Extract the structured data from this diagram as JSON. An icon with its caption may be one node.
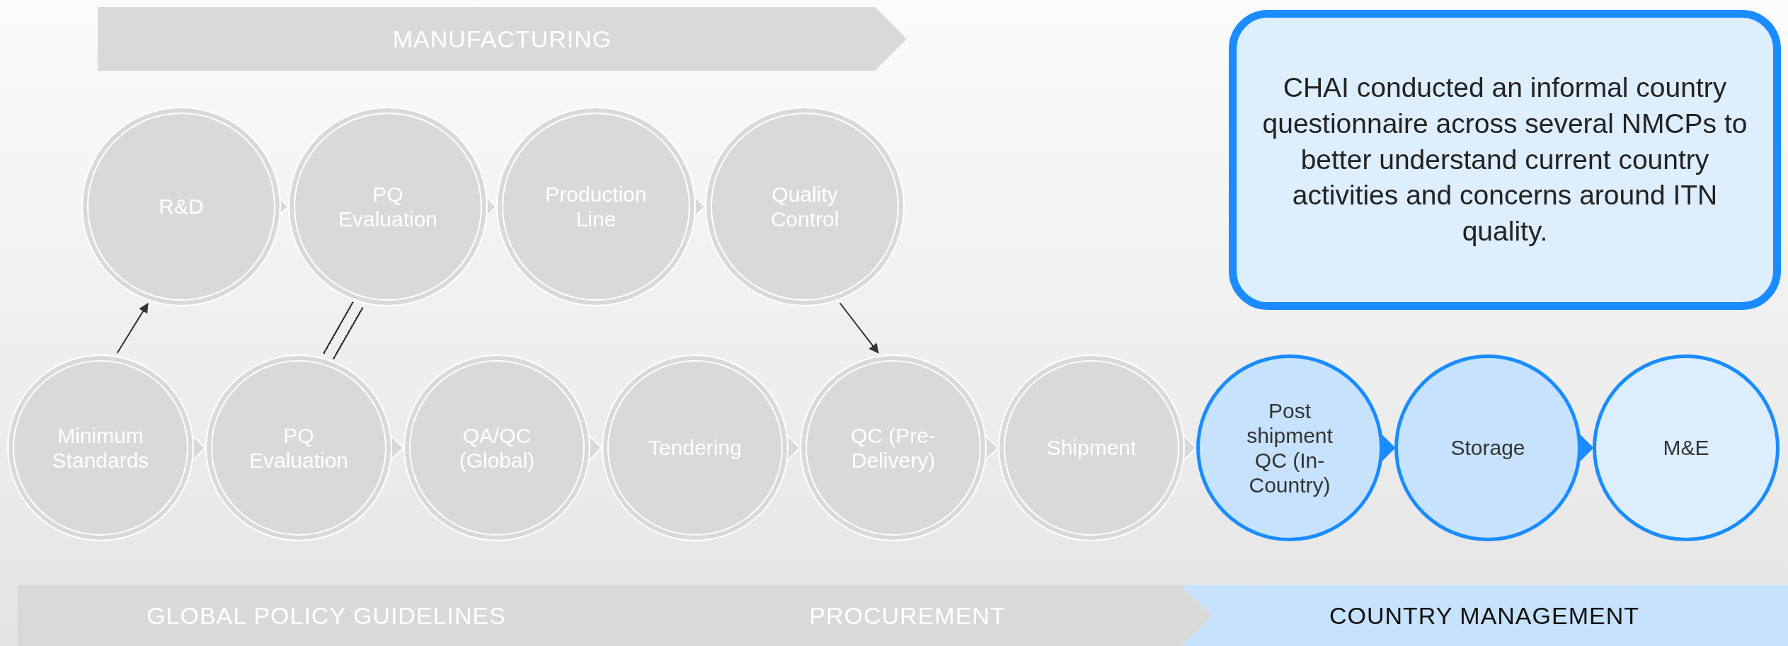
{
  "diagram": {
    "nodes": [
      {
        "text": [
          "MANUFACTURING"
        ]
      },
      {
        "text": [
          "CHAI conducted an informal country questionnaire across several NMCPs to better understand current country activities and concerns around ITN quality."
        ]
      },
      {
        "text": [
          "R&D"
        ]
      },
      {
        "text": [
          "PQ Evaluation"
        ]
      },
      {
        "text": [
          "Production Line"
        ]
      },
      {
        "text": [
          "Quality Control"
        ]
      },
      {
        "text": [
          "Minimum Standards"
        ]
      },
      {
        "text": [
          "PQ Evaluation"
        ]
      },
      {
        "text": [
          "QA/QC (Global)"
        ]
      },
      {
        "text": [
          "Tendering"
        ]
      },
      {
        "text": [
          "QC (Pre-Delivery)"
        ]
      },
      {
        "text": [
          "Shipment"
        ]
      },
      {
        "text": [
          "Post shipment QC (In-Country)"
        ]
      },
      {
        "text": [
          "Storage"
        ]
      },
      {
        "text": [
          "M&E"
        ]
      },
      {
        "text": [
          "GLOBAL POLICY GUIDELINES"
        ]
      },
      {
        "text": [
          "PROCUREMENT"
        ]
      },
      {
        "text": [
          "COUNTRY MANAGEMENT"
        ]
      }
    ],
    "edges": [
      {
        "from": 2,
        "to": 3,
        "arrow": "to"
      },
      {
        "from": 3,
        "to": 4,
        "arrow": "to"
      },
      {
        "from": 4,
        "to": 5,
        "arrow": "to"
      },
      {
        "from": 6,
        "to": 7,
        "arrow": "to"
      },
      {
        "from": 7,
        "to": 8,
        "arrow": "to"
      },
      {
        "from": 8,
        "to": 9,
        "arrow": "to"
      },
      {
        "from": 9,
        "to": 10,
        "arrow": "to"
      },
      {
        "from": 10,
        "to": 11,
        "arrow": "to"
      },
      {
        "from": 11,
        "to": 12,
        "arrow": "to"
      },
      {
        "from": 12,
        "to": 13,
        "arrow": "to",
        "color": "#1a8cff"
      },
      {
        "from": 13,
        "to": 14,
        "arrow": "to",
        "color": "#1a8cff"
      },
      {
        "from": 6,
        "to": 2,
        "arrow": "to",
        "color": "#333333"
      },
      {
        "from": 7,
        "to": 3,
        "arrow": "none",
        "color": "#333333"
      },
      {
        "from": 5,
        "to": 10,
        "arrow": "to",
        "color": "#333333"
      }
    ]
  }
}
